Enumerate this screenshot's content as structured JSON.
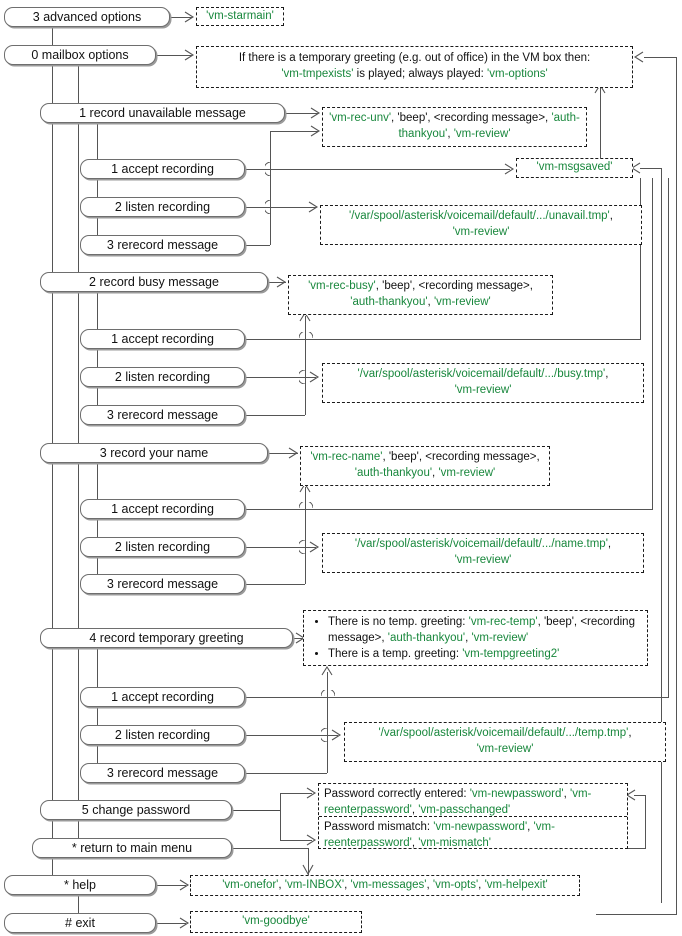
{
  "diagram": {
    "title": "Asterisk voicemail advanced/mailbox options menu tree",
    "accent_green": "#18873c",
    "line_color": "#555555",
    "node_border": "#6e6e6e"
  },
  "nodes": {
    "advanced_options": "3 advanced options",
    "mailbox_options": "0 mailbox options",
    "record_unavailable": "1 record unavailable message",
    "unavail_accept": "1 accept recording",
    "unavail_listen": "2 listen recording",
    "unavail_rerecord": "3 rerecord message",
    "record_busy": "2 record busy message",
    "busy_accept": "1 accept recording",
    "busy_listen": "2 listen recording",
    "busy_rerecord": "3 rerecord message",
    "record_name": "3 record your name",
    "name_accept": "1 accept recording",
    "name_listen": "2 listen recording",
    "name_rerecord": "3 rerecord message",
    "record_temp": "4 record temporary greeting",
    "temp_accept": "1 accept recording",
    "temp_listen": "2 listen recording",
    "temp_rerecord": "3 rerecord message",
    "change_password": "5 change password",
    "return_main": "* return to main menu",
    "help": "* help",
    "exit": "# exit"
  },
  "notes": {
    "starmain": "'vm-starmain'",
    "mailbox_options_line1": "If there is a temporary greeting (e.g. out of office) in the VM box then:",
    "mailbox_options_line2_a": "'vm-tmpexists'",
    "mailbox_options_line2_b": " is played; always played: ",
    "mailbox_options_line2_c": "'vm-options'",
    "rec_unv_a": "'vm-rec-unv'",
    "rec_unv_b": ", 'beep', <recording message>, ",
    "rec_unv_c": "'auth-thankyou'",
    "rec_unv_d": ", ",
    "rec_unv_e": "'vm-review'",
    "msgsaved": "'vm-msgsaved'",
    "unavail_tmp_a": "'/var/spool/asterisk/voicemail/default/.../unavail.tmp'",
    "unavail_tmp_b": ",",
    "unavail_tmp_c": "'vm-review'",
    "rec_busy_a": "'vm-rec-busy'",
    "rec_busy_b": ", 'beep', <recording message>, ",
    "rec_busy_c": "'auth-thankyou'",
    "rec_busy_d": ", ",
    "rec_busy_e": "'vm-review'",
    "busy_tmp_a": "'/var/spool/asterisk/voicemail/default/.../busy.tmp'",
    "busy_tmp_b": ",",
    "busy_tmp_c": "'vm-review'",
    "rec_name_a": "'vm-rec-name'",
    "rec_name_b": ", 'beep', <recording message>, ",
    "rec_name_c": "'auth-thankyou'",
    "rec_name_d": ", ",
    "rec_name_e": "'vm-review'",
    "name_tmp_a": "'/var/spool/asterisk/voicemail/default/.../name.tmp'",
    "name_tmp_b": ",",
    "name_tmp_c": "'vm-review'",
    "temp_bullet1_a": "There is no temp. greeting: ",
    "temp_bullet1_b": "'vm-rec-temp'",
    "temp_bullet1_c": ", 'beep', <recording message>, ",
    "temp_bullet1_d": "'auth-thankyou'",
    "temp_bullet1_e": ", ",
    "temp_bullet1_f": "'vm-review'",
    "temp_bullet2_a": "There is a temp. greeting: ",
    "temp_bullet2_b": "'vm-tempgreeting2'",
    "temp_tmp_a": "'/var/spool/asterisk/voicemail/default/.../temp.tmp'",
    "temp_tmp_b": ",",
    "temp_tmp_c": "'vm-review'",
    "pw_ok_a": "Password correctly entered: ",
    "pw_ok_b": "'vm-newpassword'",
    "pw_ok_c": ", ",
    "pw_ok_d": "'vm-reenterpassword'",
    "pw_ok_e": ", ",
    "pw_ok_f": "'vm-passchanged'",
    "pw_bad_a": "Password mismatch: ",
    "pw_bad_b": "'vm-newpassword'",
    "pw_bad_c": ", ",
    "pw_bad_d": "'vm-reenterpassword'",
    "pw_bad_e": ", ",
    "pw_bad_f": "'vm-mismatch'",
    "help_a": "'vm-onefor'",
    "help_b": ", ",
    "help_c": "'vm-INBOX'",
    "help_d": ", ",
    "help_e": "'vm-messages'",
    "help_f": ", ",
    "help_g": "'vm-opts'",
    "help_h": ", ",
    "help_i": "'vm-helpexit'",
    "goodbye": "'vm-goodbye'"
  }
}
